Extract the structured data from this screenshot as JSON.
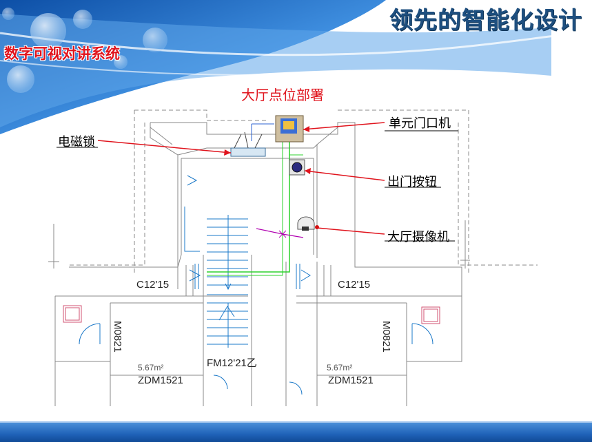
{
  "header": {
    "brand_text": "领先的智能化设计",
    "section_title": "数字可视对讲系统"
  },
  "diagram": {
    "title": "大厅点位部署",
    "callouts": {
      "door_station": "单元门口机",
      "magnetic_lock": "电磁锁",
      "exit_button": "出门按钮",
      "lobby_camera": "大厅摄像机"
    },
    "labels": {
      "window_left": "C12'15",
      "window_right": "C12'15",
      "door_left": "M0821",
      "door_right": "M0821",
      "area_left": "5.67m²",
      "area_right": "5.67m²",
      "fire_door_left": "ZDM1521",
      "fire_door_right": "ZDM1521",
      "entrance_door": "FM12'21乙"
    }
  },
  "colors": {
    "brand": "#1e4f7f",
    "accent_red": "#e0141d",
    "wire_green": "#2bd12b",
    "wire_magenta": "#b000b0",
    "stair_blue": "#1a78c8",
    "footer_blue": "#1f62b8"
  }
}
